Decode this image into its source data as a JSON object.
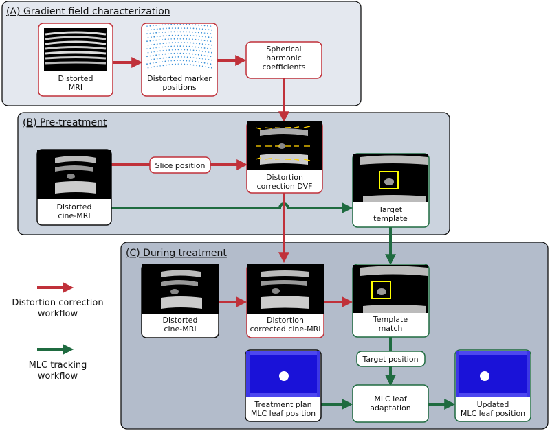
{
  "panels": {
    "a": {
      "title": "(A) Gradient field characterization"
    },
    "b": {
      "title": "(B) Pre-treatment"
    },
    "c": {
      "title": "(C) During treatment"
    }
  },
  "nodes": {
    "distorted_mri": {
      "lines": [
        "Distorted",
        "MRI"
      ]
    },
    "distorted_markers": {
      "lines": [
        "Distorted marker",
        "positions"
      ]
    },
    "sph_coeffs": {
      "lines": [
        "Spherical",
        "harmonic",
        "coefficients"
      ]
    },
    "slice_position": {
      "lines": [
        "Slice position"
      ]
    },
    "pre_cine": {
      "lines": [
        "Distorted",
        "cine-MRI"
      ]
    },
    "dvf": {
      "lines": [
        "Distortion",
        "correction DVF"
      ]
    },
    "target_template": {
      "lines": [
        "Target",
        "template"
      ]
    },
    "dur_cine": {
      "lines": [
        "Distorted",
        "cine-MRI"
      ]
    },
    "corrected_cine": {
      "lines": [
        "Distortion",
        "corrected cine-MRI"
      ]
    },
    "template_match": {
      "lines": [
        "Template",
        "match"
      ]
    },
    "target_position": {
      "lines": [
        "Target position"
      ]
    },
    "treatment_plan": {
      "lines": [
        "Treatment plan",
        "MLC leaf position"
      ]
    },
    "mlc_adaptation": {
      "lines": [
        "MLC leaf",
        "adaptation"
      ]
    },
    "updated_mlc": {
      "lines": [
        "Updated",
        "MLC leaf position"
      ]
    }
  },
  "legend": {
    "correction": {
      "lines": [
        "Distortion correction",
        "workflow"
      ]
    },
    "tracking": {
      "lines": [
        "MLC tracking",
        "workflow"
      ]
    }
  },
  "colors": {
    "correction": "#c0313a",
    "tracking": "#1f6b40",
    "panel_a_bg": "#e4e8ef",
    "panel_b_bg": "#cbd3de",
    "panel_c_bg": "#b3bccb",
    "highlight": "#ffff00",
    "mlc_blue": "#1a12d8"
  },
  "icons": {
    "distorted_mri": "grid-phantom-image",
    "distorted_markers": "marker-cloud-image",
    "cine": "cine-mri-image",
    "dvf": "dvf-vector-image",
    "template": "template-roi-image",
    "mlc": "mlc-aperture-image"
  }
}
